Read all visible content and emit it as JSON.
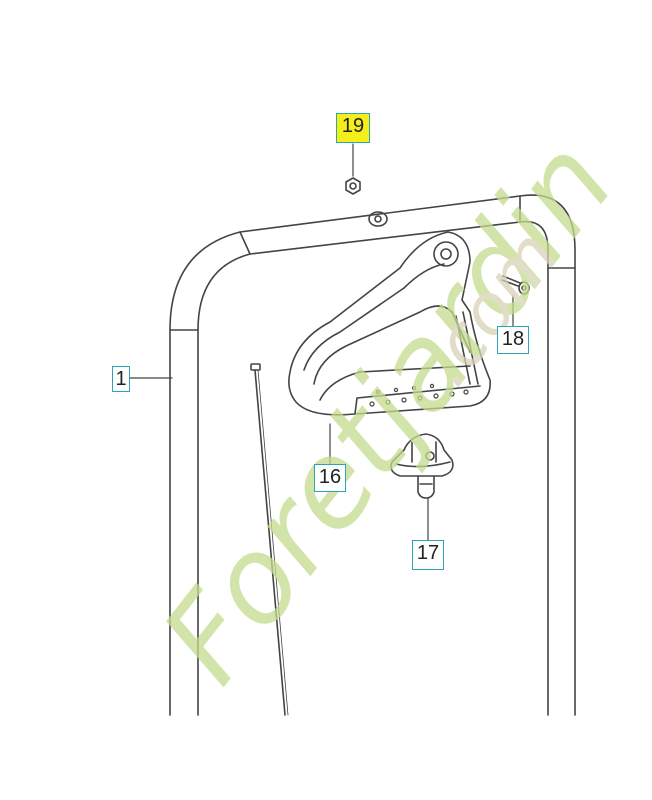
{
  "callouts": {
    "c1": "1",
    "c16": "16",
    "c17": "17",
    "c18": "18",
    "c19": "19"
  },
  "watermark": {
    "text_main": "Foretjardin",
    "text_dot": ".com",
    "colors": {
      "green": "#c5dc8f",
      "orange": "#f4c49a",
      "tan": "#d9d2b6"
    }
  },
  "colors": {
    "line": "#444444",
    "callout_border": "#2aa6b4",
    "highlight": "#f4ee1a"
  }
}
